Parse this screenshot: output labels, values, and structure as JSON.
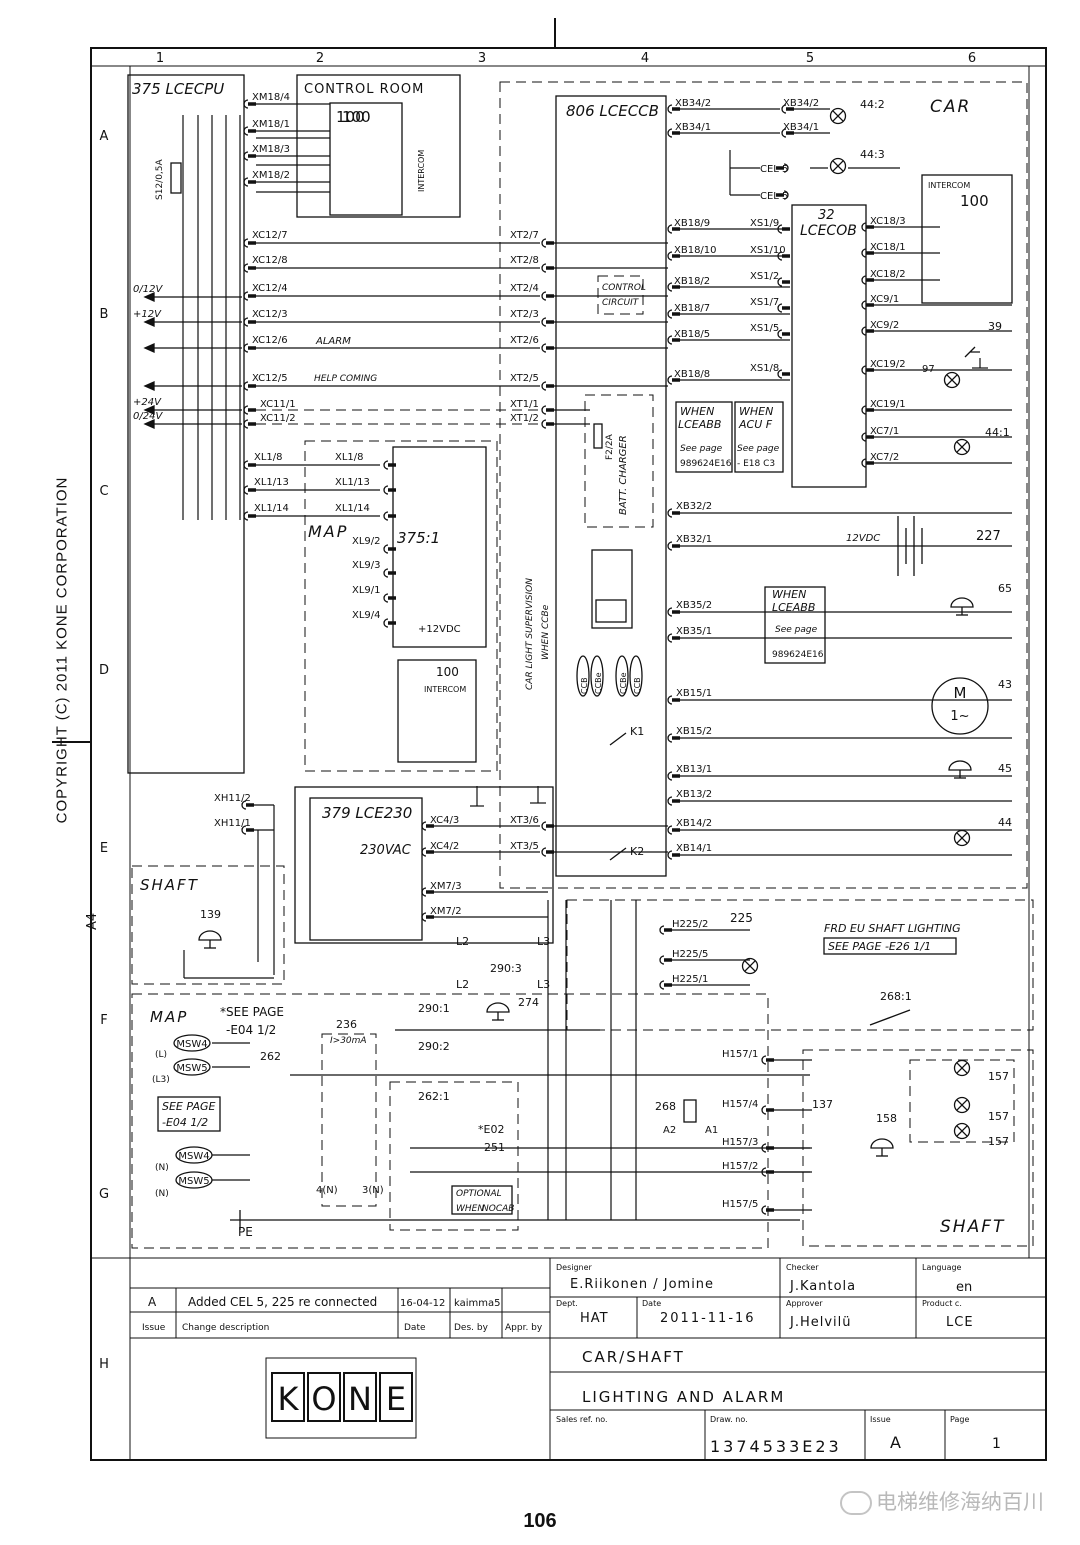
{
  "copyright": "COPYRIGHT (C) 2011 KONE CORPORATION",
  "page_number": "106",
  "watermark": "电梯维修海纳百川",
  "colors": {
    "line": "#111111",
    "paper": "#ffffff",
    "watermark": "#b9b9b9"
  },
  "grid": {
    "columns": [
      "1",
      "2",
      "3",
      "4",
      "5",
      "6"
    ],
    "rows": [
      "A",
      "B",
      "C",
      "D",
      "E",
      "F",
      "G",
      "H"
    ],
    "format": "A4"
  },
  "boxes": {
    "lcecpu": "375 LCECPU",
    "control_room": "CONTROL ROOM",
    "lceccb": "806 LCECCB",
    "car": "CAR",
    "lcecob_num": "32",
    "lcecob": "LCECOB",
    "map": "MAP",
    "map_ref": "375:1",
    "lce230": "379 LCE230",
    "vac": "230VAC",
    "shaft_left": "SHAFT",
    "map_bottom": "MAP",
    "shaft_bottom": "SHAFT",
    "control_circuit": [
      "CONTROL",
      "CIRCUIT"
    ],
    "batt_charger": "BATT. CHARGER",
    "car_light_sup": "CAR LIGHT SUPERVISION",
    "when_ccbe": "WHEN CCBe",
    "intercom": "INTERCOM"
  },
  "connectors": {
    "xm18": [
      "XM18/4",
      "XM18/1",
      "XM18/3",
      "XM18/2"
    ],
    "xc12": [
      "XC12/7",
      "XC12/8",
      "XC12/4",
      "XC12/3",
      "XC12/6",
      "XC12/5"
    ],
    "xc11": [
      "XC11/1",
      "XC11/2"
    ],
    "xl1": [
      "XL1/8",
      "XL1/13",
      "XL1/14"
    ],
    "xl1_right": [
      "XL1/8",
      "XL1/13",
      "XL1/14"
    ],
    "xl9": [
      "XL9/2",
      "XL9/3",
      "XL9/1",
      "XL9/4"
    ],
    "xt2": [
      "XT2/7",
      "XT2/8",
      "XT2/4",
      "XT2/3",
      "XT2/6",
      "XT2/5"
    ],
    "xt1": [
      "XT1/1",
      "XT1/2"
    ],
    "xb34": [
      "XB34/2",
      "XB34/1"
    ],
    "xb34_right": [
      "XB34/2",
      "XB34/1"
    ],
    "xb18": [
      "XB18/9",
      "XB18/10",
      "XB18/2",
      "XB18/7",
      "XB18/5",
      "XB18/8"
    ],
    "xs1": [
      "XS1/9",
      "XS1/10",
      "XS1/2",
      "XS1/7",
      "XS1/5",
      "XS1/8"
    ],
    "xc18": [
      "XC18/3",
      "XC18/1",
      "XC18/2"
    ],
    "xc9": [
      "XC9/1",
      "XC9/2"
    ],
    "xc19": [
      "XC19/2",
      "XC19/1"
    ],
    "xc7": [
      "XC7/1",
      "XC7/2"
    ],
    "xb32": [
      "XB32/2",
      "XB32/1"
    ],
    "xb35": [
      "XB35/2",
      "XB35/1"
    ],
    "xb15": [
      "XB15/1",
      "XB15/2"
    ],
    "xb13": [
      "XB13/1",
      "XB13/2"
    ],
    "xb14": [
      "XB14/2",
      "XB14/1"
    ],
    "xh11": [
      "XH11/2",
      "XH11/1"
    ],
    "xc4": [
      "XC4/3",
      "XC4/2"
    ],
    "xt3": [
      "XT3/6",
      "XT3/5"
    ],
    "xm7": [
      "XM7/3",
      "XM7/2"
    ],
    "h225": [
      "H225/2",
      "H225/5",
      "H225/1"
    ],
    "h157": [
      "H157/1",
      "H157/4",
      "H157/3",
      "H157/2",
      "H157/5"
    ],
    "cel5": "CEL 5"
  },
  "signals": {
    "v012": "0/12V",
    "v12": "+12V",
    "alarm": "ALARM",
    "help": "HELP COMING",
    "v24": "+24V",
    "v024": "0/24V",
    "v12dc_map": "+12VDC",
    "v12dc_batt": "12VDC"
  },
  "components": {
    "fuse": "S12/0,5A",
    "fuse_f2": "F2/2A",
    "c100": "100",
    "c44_2": "44:2",
    "c44_3": "44:3",
    "c44_1": "44:1",
    "c39": "39",
    "c97": "97",
    "c227": "227",
    "c65": "65",
    "c43": "43",
    "c45": "45",
    "c44": "44",
    "c225": "225",
    "c139": "139",
    "c236": "236",
    "c236_i": "I>30mA",
    "c262": "262",
    "c262_1": "262:1",
    "c290_1": "290:1",
    "c290_2": "290:2",
    "c290_3": "290:3",
    "c274": "274",
    "c268": "268",
    "c268_1": "268:1",
    "c137": "137",
    "c158": "158",
    "c157": "157",
    "c251": "251",
    "e02": "*E02",
    "k1": "K1",
    "k2": "K2",
    "motor": "M",
    "motor_ac": "1~",
    "pe": "PE",
    "msw4": "MSW4",
    "msw5": "MSW5",
    "n": "(N)",
    "l": "(L)",
    "l3": "(L3)",
    "see_page_e04": "*SEE PAGE",
    "e04_ref": "-E04 1/2",
    "see_page_box": "SEE PAGE",
    "optional": "OPTIONAL",
    "when_nocab": [
      "WHEN",
      "NOCAB"
    ],
    "ccb_labels": [
      "CCB",
      "CCBe",
      "CCBe",
      "CCB"
    ],
    "when_lceabb": [
      "WHEN",
      "LCEABB"
    ],
    "when_acuf": [
      "WHEN",
      "ACU F"
    ],
    "see_page": "See page",
    "ref_989624": "989624E16",
    "ref_e18": "- E18 C3",
    "frd_eu": "FRD EU SHAFT LIGHTING",
    "see_page_e26": "SEE PAGE  -E26 1/1",
    "l2": "L2",
    "l3s": "L3",
    "n4": "4(N)",
    "n3": "3(N)",
    "a1": "A1",
    "a2": "A2"
  },
  "title_block": {
    "designer_label": "Designer",
    "designer": "E.Riikonen / Jomine",
    "checker_label": "Checker",
    "checker": "J.Kantola",
    "language_label": "Language",
    "language": "en",
    "dept_label": "Dept.",
    "dept": "HAT",
    "date_label": "Date",
    "date": "2011-11-16",
    "approver_label": "Approver",
    "approver": "J.Helvilü",
    "product_label": "Product c.",
    "product": "LCE",
    "issue_label": "Issue",
    "change_label": "Change description",
    "date_col_label": "Date",
    "desby_label": "Des. by",
    "apprby_label": "Appr. by",
    "rev_issue": "A",
    "rev_change": "Added CEL 5, 225 re connected",
    "rev_date": "16-04-12",
    "rev_desby": "kaimma5",
    "logo": [
      "K",
      "O",
      "N",
      "E"
    ],
    "title1": "CAR/SHAFT",
    "title2": "LIGHTING AND ALARM",
    "sales_label": "Sales ref. no.",
    "draw_label": "Draw. no.",
    "draw_no": "1374533E23",
    "issue_val": "A",
    "page_label": "Page",
    "page": "1"
  }
}
